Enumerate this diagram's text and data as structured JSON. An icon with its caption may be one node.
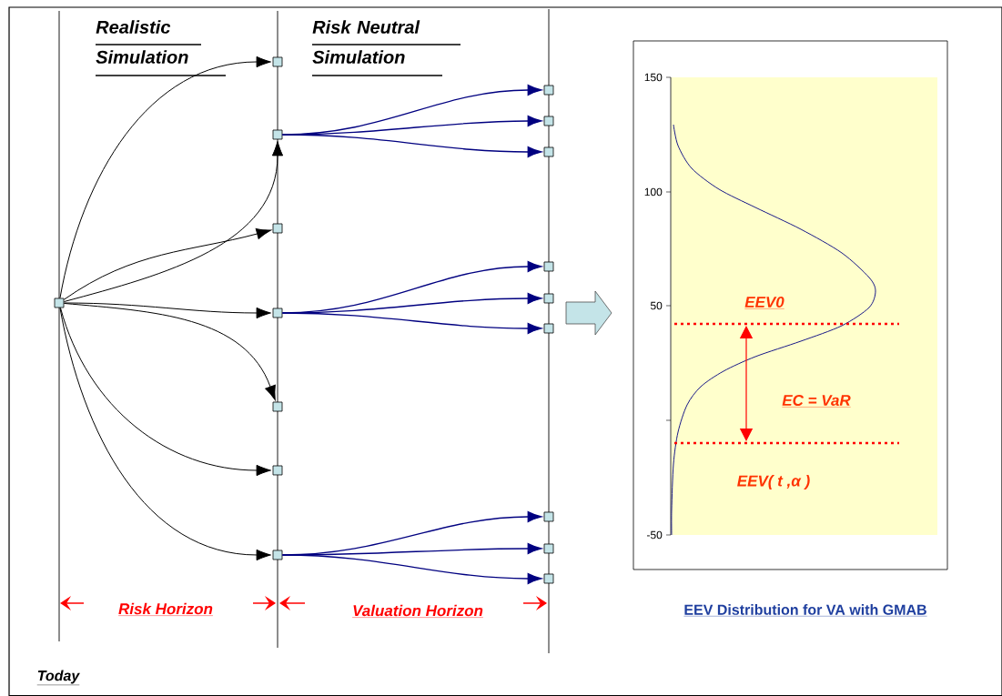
{
  "diagram": {
    "nodes": [
      {
        "text": [],
        "shape": "box"
      },
      {
        "text": [],
        "shape": "box"
      },
      {
        "text": [],
        "shape": "box"
      },
      {
        "text": [],
        "shape": "box"
      },
      {
        "text": [],
        "shape": "box"
      },
      {
        "text": [],
        "shape": "box"
      },
      {
        "text": [],
        "shape": "box"
      },
      {
        "text": [],
        "shape": "box"
      },
      {
        "text": [],
        "shape": "box"
      },
      {
        "text": [],
        "shape": "box"
      },
      {
        "text": [],
        "shape": "box"
      },
      {
        "text": [],
        "shape": "box"
      },
      {
        "text": [],
        "shape": "box"
      },
      {
        "text": [],
        "shape": "box"
      },
      {
        "text": [],
        "shape": "box"
      },
      {
        "text": [],
        "shape": "box"
      },
      {
        "text": [],
        "shape": "box"
      }
    ],
    "edges": [
      {
        "from": 0,
        "to": 1,
        "arrow": "to",
        "color": "#000000"
      },
      {
        "from": 0,
        "to": 2,
        "arrow": "to",
        "color": "#000000"
      },
      {
        "from": 0,
        "to": 3,
        "arrow": "to",
        "color": "#000000"
      },
      {
        "from": 0,
        "to": 4,
        "arrow": "to",
        "color": "#000000"
      },
      {
        "from": 0,
        "to": 5,
        "arrow": "to",
        "color": "#000000"
      },
      {
        "from": 0,
        "to": 6,
        "arrow": "to",
        "color": "#000000"
      },
      {
        "from": 0,
        "to": 7,
        "arrow": "to",
        "color": "#000000"
      },
      {
        "from": 2,
        "to": 8,
        "arrow": "to"
      },
      {
        "from": 2,
        "to": 9,
        "arrow": "to"
      },
      {
        "from": 2,
        "to": 10,
        "arrow": "to"
      },
      {
        "from": 4,
        "to": 11,
        "arrow": "to"
      },
      {
        "from": 4,
        "to": 12,
        "arrow": "to"
      },
      {
        "from": 4,
        "to": 13,
        "arrow": "to"
      },
      {
        "from": 7,
        "to": 14,
        "arrow": "to"
      },
      {
        "from": 7,
        "to": 15,
        "arrow": "to"
      },
      {
        "from": 7,
        "to": 16,
        "arrow": "to"
      }
    ],
    "labels": [
      "Realistic Simulation",
      "Risk Neutral Simulation",
      "Risk Horizon",
      "Valuation Horizon",
      "EEV Distribution for VA with GMAB",
      "Today",
      "150",
      "100",
      "50",
      "-50",
      "EEV0",
      "EC = VaR",
      "EEV( t ,α )"
    ]
  }
}
